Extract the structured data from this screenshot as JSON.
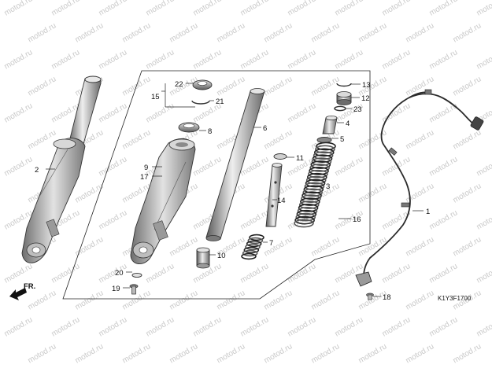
{
  "watermark": {
    "text": "motod.ru"
  },
  "diagram_code": "K1Y3F1700",
  "direction_label": "FR.",
  "callouts": [
    {
      "id": "c22",
      "text": "22"
    },
    {
      "id": "c15",
      "text": "15"
    },
    {
      "id": "c21",
      "text": "21"
    },
    {
      "id": "c8",
      "text": "8"
    },
    {
      "id": "c6",
      "text": "6"
    },
    {
      "id": "c13",
      "text": "13"
    },
    {
      "id": "c12",
      "text": "12"
    },
    {
      "id": "c23",
      "text": "23"
    },
    {
      "id": "c4",
      "text": "4"
    },
    {
      "id": "c5",
      "text": "5"
    },
    {
      "id": "c3",
      "text": "3"
    },
    {
      "id": "c11",
      "text": "11"
    },
    {
      "id": "c14",
      "text": "14"
    },
    {
      "id": "c7",
      "text": "7"
    },
    {
      "id": "c2",
      "text": "2"
    },
    {
      "id": "c9",
      "text": "9"
    },
    {
      "id": "c17",
      "text": "17"
    },
    {
      "id": "c10",
      "text": "10"
    },
    {
      "id": "c20",
      "text": "20"
    },
    {
      "id": "c19",
      "text": "19"
    },
    {
      "id": "c16",
      "text": "16"
    },
    {
      "id": "c1",
      "text": "1"
    },
    {
      "id": "c18",
      "text": "18"
    }
  ]
}
